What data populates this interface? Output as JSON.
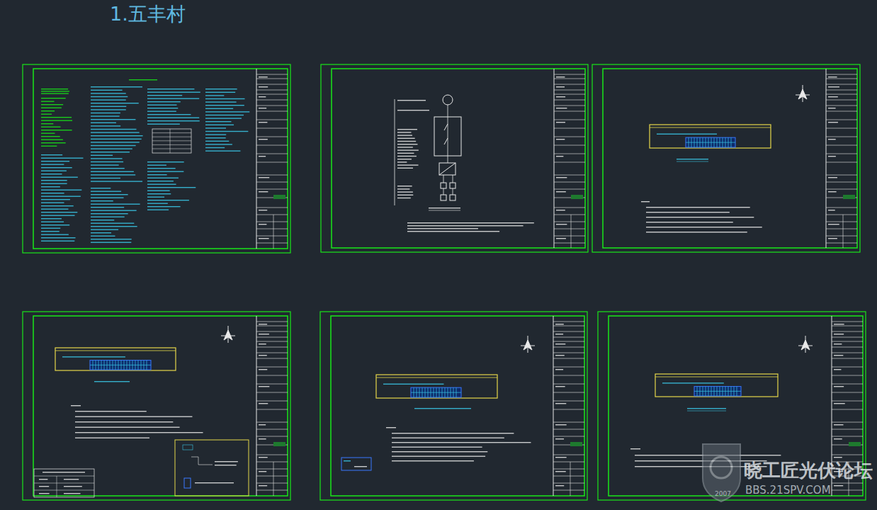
{
  "diagram": {
    "title": "1.五丰村",
    "labels": [
      "晓工匠光伏论坛",
      "2007",
      "BBS.21SPV.COM"
    ]
  }
}
